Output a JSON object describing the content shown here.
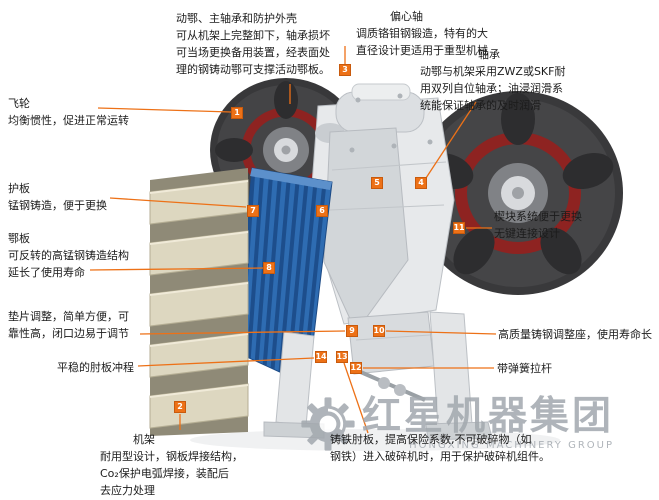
{
  "colors": {
    "accent_orange": "#ed7117",
    "hub_red": "#8e2321",
    "jaw_blue": "#2e6cb2",
    "frame_cream": "#ddd7c0"
  },
  "labels": {
    "moving_jaw": {
      "lines": [
        "动鄂、主轴承和防护外壳",
        "可从机架上完整卸下，轴承损坏",
        "可当场更换备用装置，经表面处",
        "理的钢铸动鄂可支撑活动鄂板。"
      ]
    },
    "eccentric_shaft": {
      "title": "偏心轴",
      "lines": [
        "调质铬钼钢锻造，特有的大",
        "直径设计更适用于重型机械"
      ]
    },
    "bearing": {
      "title": "轴承",
      "lines": [
        "动鄂与机架采用ZWZ或SKF耐",
        "用双列自位轴承；油浸润滑系",
        "统能保证轴承的及时润滑"
      ]
    },
    "flywheel": {
      "title": "飞轮",
      "lines": [
        "均衡惯性，促进正常运转"
      ]
    },
    "guard_plate": {
      "title": "护板",
      "lines": [
        "锰钢铸造，便于更换"
      ]
    },
    "jaw_plate": {
      "title": "鄂板",
      "lines": [
        "可反转的高锰钢铸造结构",
        "延长了使用寿命"
      ]
    },
    "shim_adjustment": {
      "lines": [
        "垫片调整，简单方便，可",
        "靠性高，闭口边易于调节"
      ]
    },
    "toggle_stroke": {
      "lines": [
        "平稳的肘板冲程"
      ]
    },
    "frame": {
      "title": "机架",
      "lines": [
        "耐用型设计，钢板焊接结构，",
        "Co₂保护电弧焊接，装配后",
        "去应力处理"
      ]
    },
    "wedge_system": {
      "lines": [
        "楔块系统便于更换",
        "无键连接设计"
      ]
    },
    "adjusting_seat": {
      "lines": [
        "高质量铸钢调整座，使用寿命长"
      ]
    },
    "spring_rod": {
      "lines": [
        "带弹簧拉杆"
      ]
    },
    "toggle_plate": {
      "lines": [
        "铸铁肘板，提高保险系数,不可破碎物（如",
        "钢铁）进入破碎机时，用于保护破碎机组件。"
      ]
    }
  },
  "markers": [
    "1",
    "2",
    "3",
    "4",
    "5",
    "6",
    "7",
    "8",
    "9",
    "10",
    "11",
    "12",
    "13",
    "14"
  ],
  "watermark": {
    "brand": "红星机器集团",
    "tagline": "HONGXING MACHINERY GROUP"
  }
}
